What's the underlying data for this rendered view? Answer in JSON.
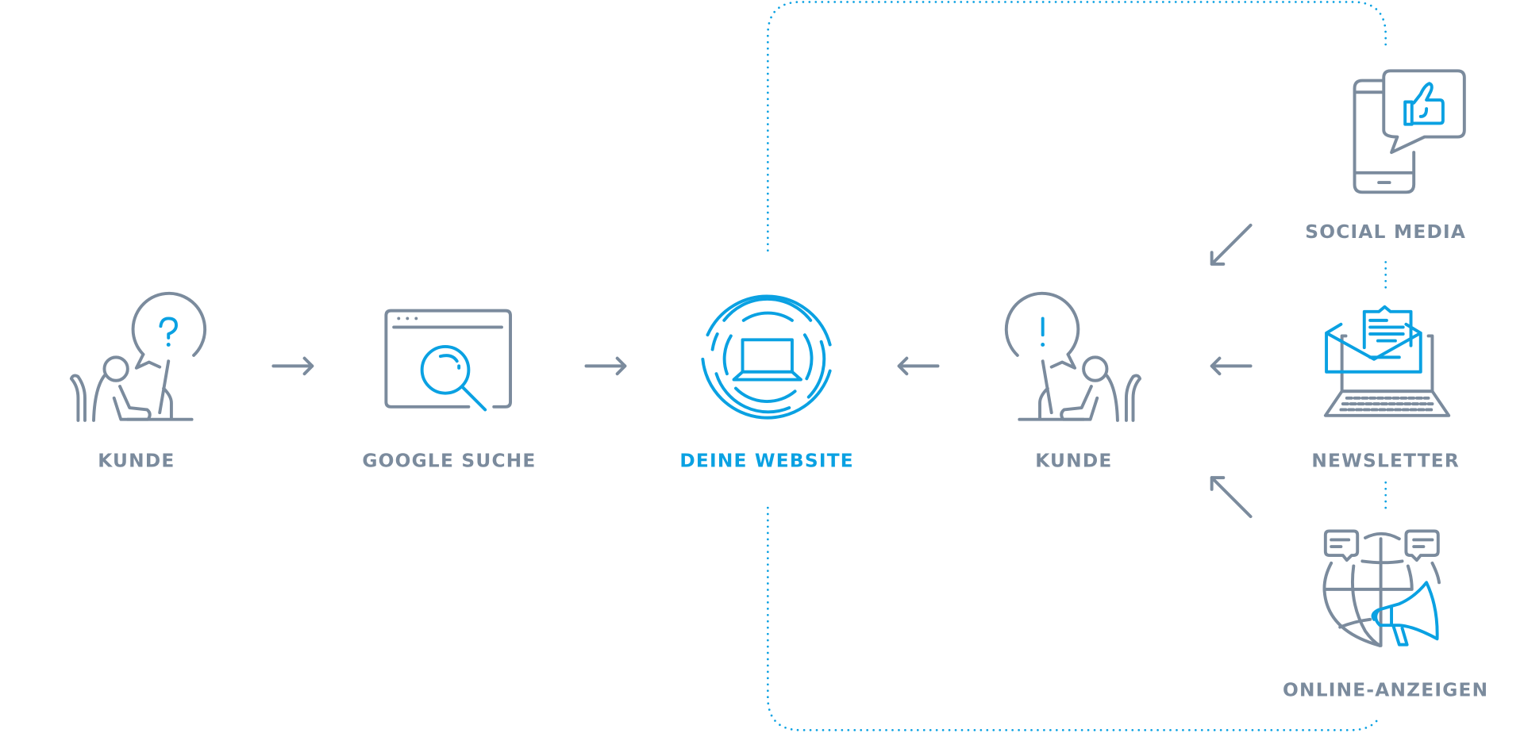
{
  "nodes": {
    "customer_left": {
      "label": "KUNDE",
      "icon": "customer-question-icon"
    },
    "google_search": {
      "label": "GOOGLE SUCHE",
      "icon": "browser-search-icon"
    },
    "website": {
      "label": "DEINE WEBSITE",
      "icon": "website-laptop-icon"
    },
    "customer_right": {
      "label": "KUNDE",
      "icon": "customer-exclamation-icon"
    },
    "social_media": {
      "label": "SOCIAL MEDIA",
      "icon": "phone-like-icon"
    },
    "newsletter": {
      "label": "NEWSLETTER",
      "icon": "laptop-mail-icon"
    },
    "online_ads": {
      "label": "ONLINE-ANZEIGEN",
      "icon": "globe-megaphone-icon"
    }
  },
  "colors": {
    "primary": "#7b8b9d",
    "accent": "#0aa1e2"
  }
}
